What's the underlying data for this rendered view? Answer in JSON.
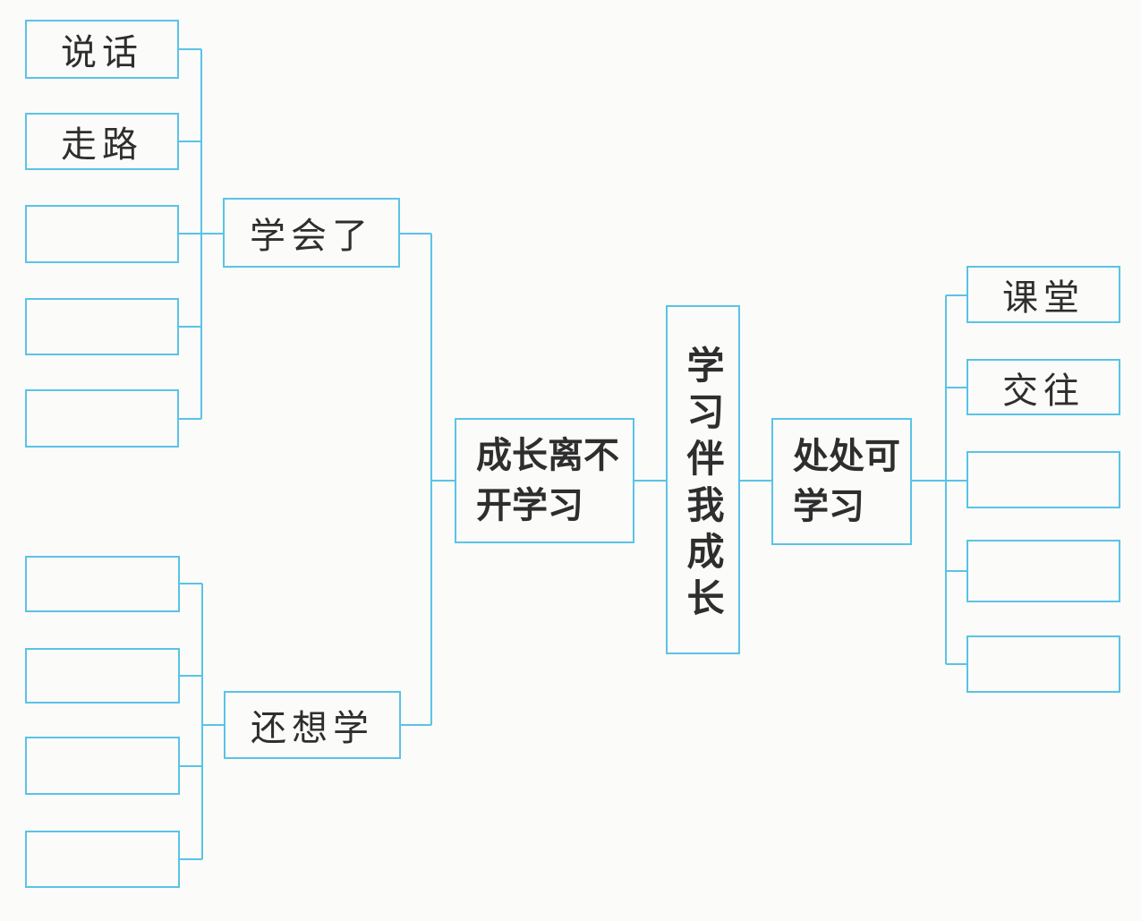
{
  "colors": {
    "line": "#5ac3e6",
    "text": "#2e2e2e",
    "background": "#fbfbf9"
  },
  "root": {
    "label": "学习伴我成长"
  },
  "left": {
    "parent": {
      "label": "成长离不开学习"
    },
    "branch_learned": {
      "label": "学会了",
      "children": [
        "说话",
        "走路",
        "",
        "",
        ""
      ]
    },
    "branch_want": {
      "label": "还想学",
      "children": [
        "",
        "",
        "",
        ""
      ]
    }
  },
  "right": {
    "parent": {
      "label": "处处可学习"
    },
    "children": [
      "课堂",
      "交往",
      "",
      "",
      ""
    ]
  }
}
